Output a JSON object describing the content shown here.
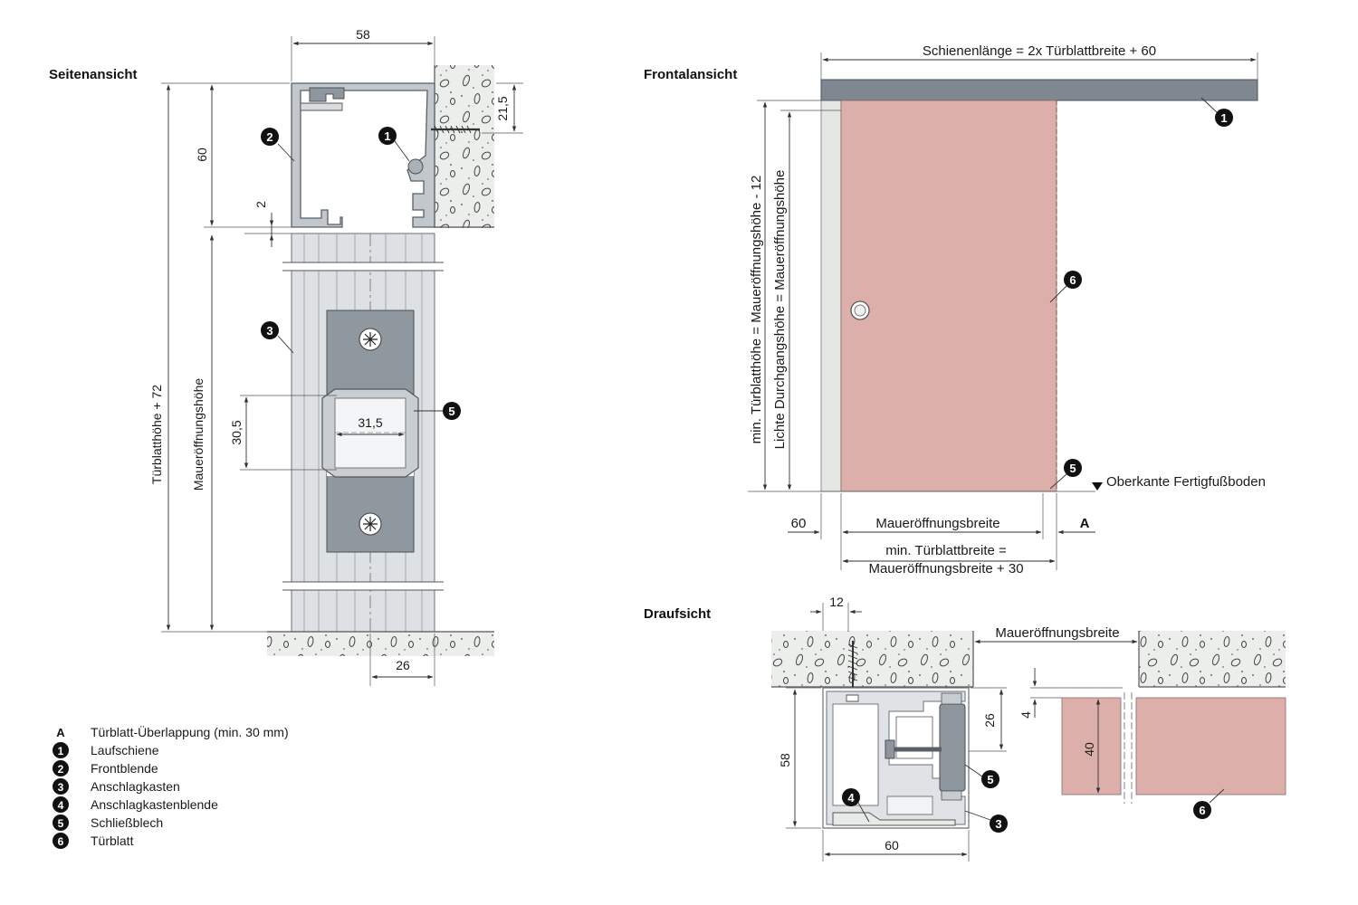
{
  "colors": {
    "rail": "#7f8890",
    "profile": "#b8bec4",
    "profile_light": "#dfe2e5",
    "strike": "#8d959d",
    "door": "#dcafaa",
    "concrete": "#e9ebe9",
    "badge": "#111111",
    "blende": "#e6ebe8"
  },
  "views": {
    "side": "Seitenansicht",
    "front": "Frontalansicht",
    "top": "Draufsicht"
  },
  "side_dims": {
    "d58": "58",
    "d21_5": "21,5",
    "d60": "60",
    "d2": "2",
    "d31_5": "31,5",
    "d30_5": "30,5",
    "d26": "26",
    "tuerblatthoehe": "Türblatthöhe + 72",
    "maueroeffnungshoehe": "Maueröffnungshöhe"
  },
  "front_dims": {
    "schienenlaenge": "Schienenlänge = 2x Türblattbreite + 60",
    "min_tuerblatthoehe": "min. Türblatthöhe = Maueröffnungshöhe - 12",
    "lichte": "Lichte Durchgangshöhe = Maueröffnungshöhe",
    "oberkante": "Oberkante Fertigfußboden",
    "d60": "60",
    "maueroeffnungsbreite": "Maueröffnungsbreite",
    "A": "A",
    "min_tuerblattbreite_1": "min. Türblattbreite =",
    "min_tuerblattbreite_2": "Maueröffnungsbreite + 30"
  },
  "top_dims": {
    "d12": "12",
    "maueroeffnungsbreite": "Maueröffnungsbreite",
    "d26": "26",
    "d4": "4",
    "d40": "40",
    "d58": "58",
    "d60": "60"
  },
  "badges": {
    "b1": "1",
    "b2": "2",
    "b3": "3",
    "b4": "4",
    "b5": "5",
    "b6": "6"
  },
  "legend": [
    {
      "key": "A",
      "label": "Türblatt-Überlappung (min. 30 mm)"
    },
    {
      "key": "1",
      "label": "Laufschiene"
    },
    {
      "key": "2",
      "label": "Frontblende"
    },
    {
      "key": "3",
      "label": "Anschlagkasten"
    },
    {
      "key": "4",
      "label": "Anschlagkastenblende"
    },
    {
      "key": "5",
      "label": "Schließblech"
    },
    {
      "key": "6",
      "label": "Türblatt"
    }
  ]
}
